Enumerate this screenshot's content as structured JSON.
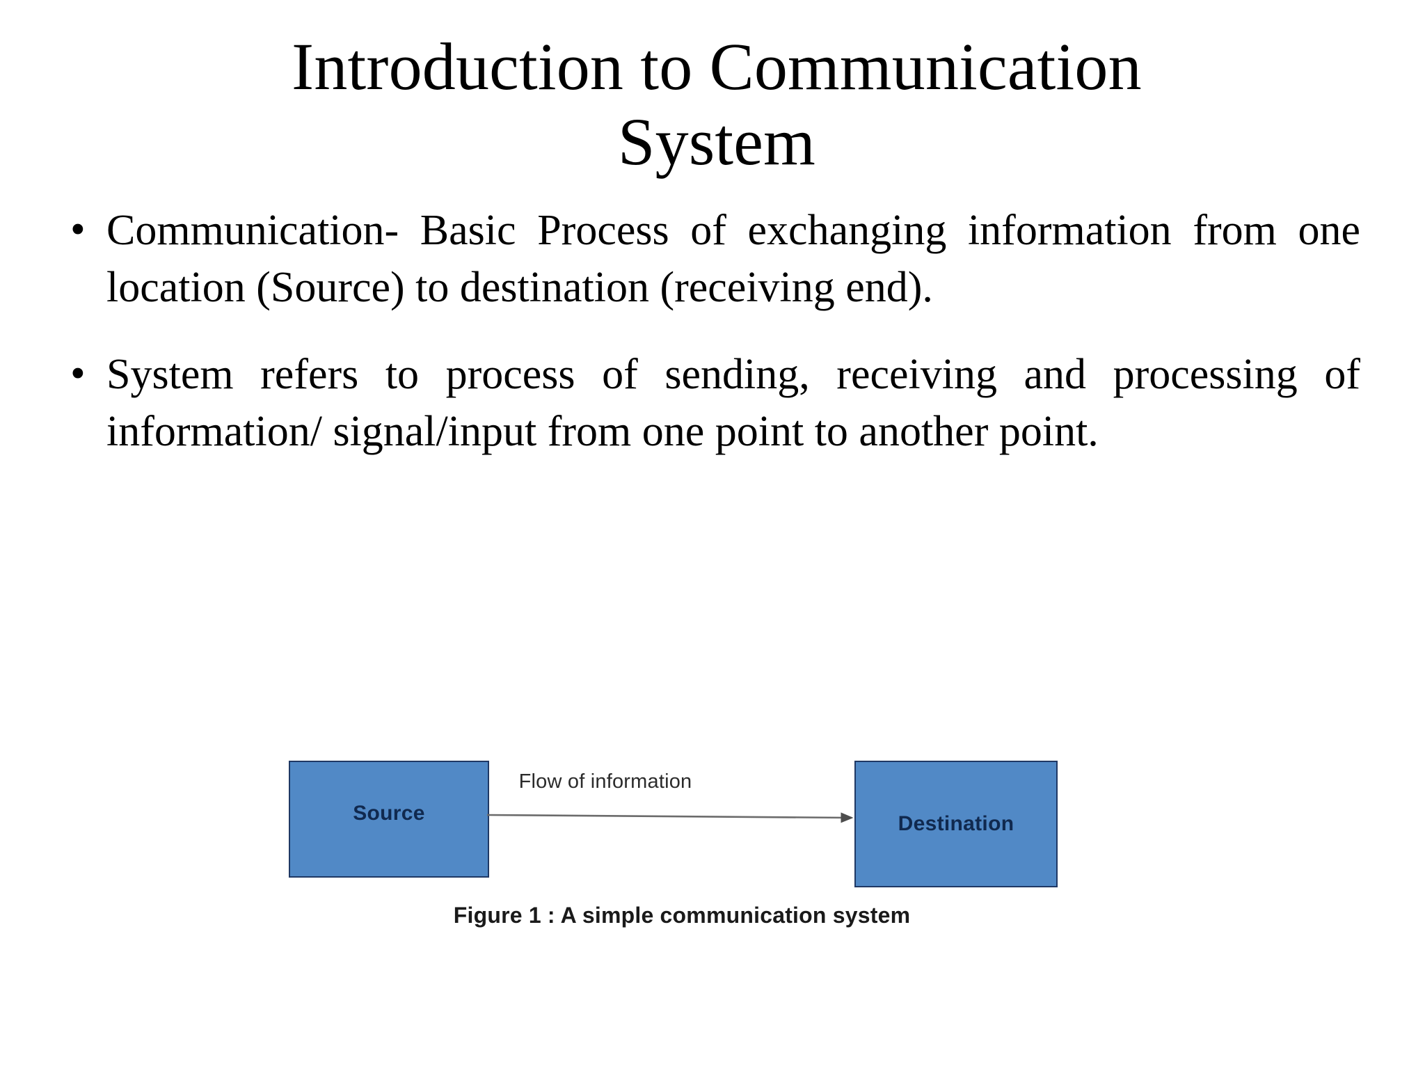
{
  "slide": {
    "title_line_1": "Introduction to Communication",
    "title_line_2": "System",
    "bullet_marker": "•",
    "bullets": [
      {
        "text": "Communication- Basic Process of exchanging information from one location (Source) to destination (receiving end)."
      },
      {
        "text": "System refers to process of sending, receiving and processing of information/ signal/input from one point to another point."
      }
    ],
    "figure": {
      "source_label": "Source",
      "destination_label": "Destination",
      "flow_label": "Flow of information",
      "caption": "Figure 1 : A simple communication system",
      "box_fill_color": "#5189C6",
      "box_border_color": "#1F3864",
      "box_text_color": "#10294F",
      "arrow_color": "#595959",
      "arrow_direction": "source-to-destination"
    }
  }
}
